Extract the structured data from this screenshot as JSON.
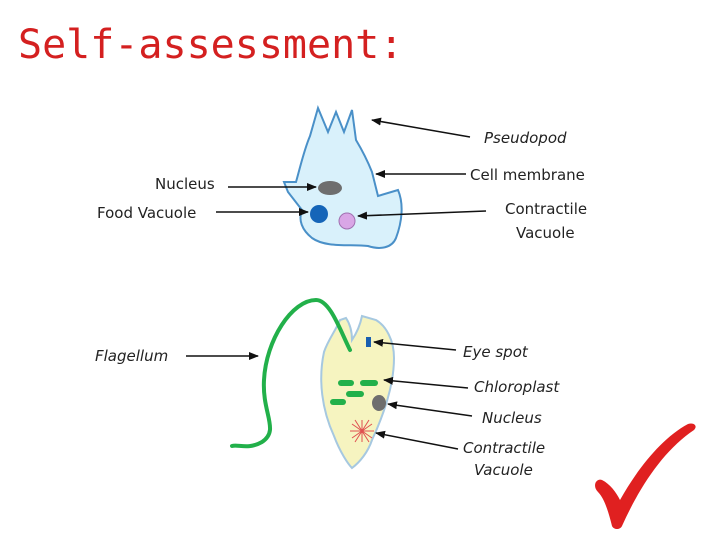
{
  "title": "Self-assessment:",
  "colors": {
    "title": "#d42020",
    "amoeba_fill": "#d9f1fb",
    "amoeba_outline": "#4a90c8",
    "euglena_fill": "#f6f4c0",
    "euglena_outline": "#a6c8e0",
    "flagellum": "#22b04a",
    "chloroplast": "#22b04a",
    "eye_spot": "#1a5fb0",
    "nucleus": "#6e6e6e",
    "food_vacuole": "#1565b8",
    "contractile_vacuole": "#d9a6e6",
    "contractile_vacuole_star": "#e05050",
    "checkmark": "#e02020",
    "arrow": "#111111"
  },
  "amoeba": {
    "labels": {
      "pseudopod": "Pseudopod",
      "cell_membrane": "Cell membrane",
      "nucleus": "Nucleus",
      "food_vacuole": "Food Vacuole",
      "contractile_vacuole_line1": "Contractile",
      "contractile_vacuole_line2": "Vacuole"
    }
  },
  "euglena": {
    "labels": {
      "flagellum": "Flagellum",
      "eye_spot": "Eye spot",
      "chloroplast": "Chloroplast",
      "nucleus": "Nucleus",
      "contractile_vacuole_line1": "Contractile",
      "contractile_vacuole_line2": "Vacuole"
    }
  },
  "icons": {
    "checkmark": "checkmark-icon"
  }
}
